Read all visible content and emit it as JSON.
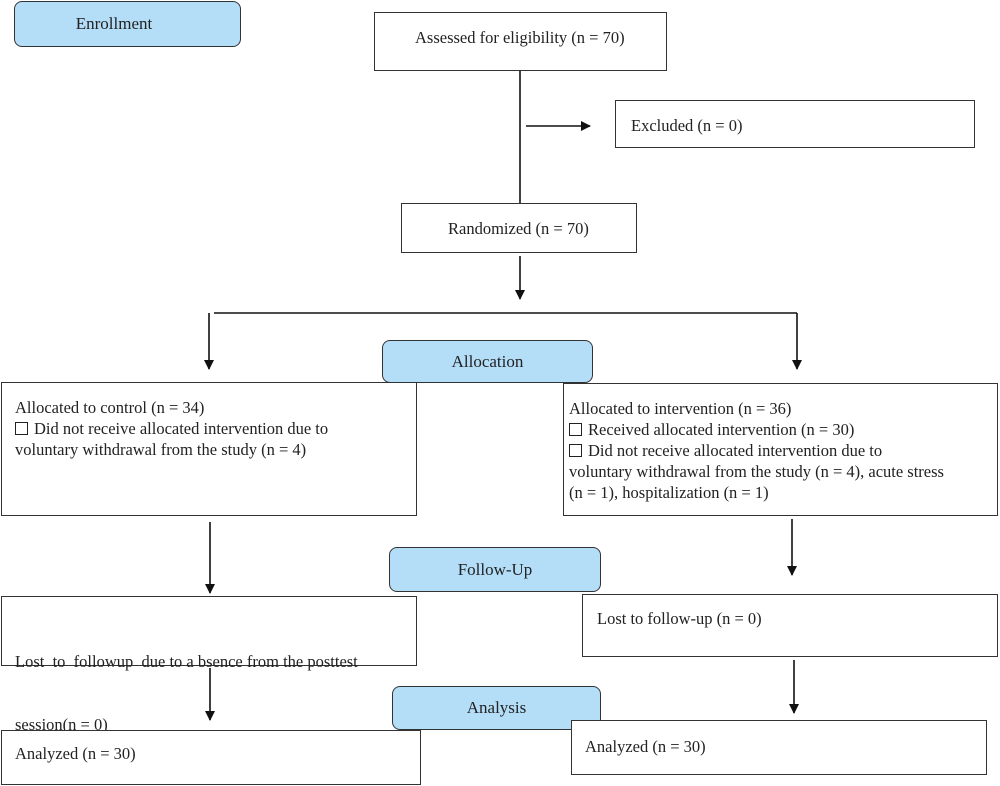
{
  "stages": {
    "enrollment": "Enrollment",
    "allocation": "Allocation",
    "followup": "Follow-Up",
    "analysis": "Analysis"
  },
  "boxes": {
    "assessed": "Assessed for eligibility (n = 70)",
    "excluded": "Excluded (n = 0)",
    "randomized": "Randomized (n = 70)",
    "control": {
      "title": "Allocated to control (n = 34)",
      "item1": "Did not receive allocated intervention due to",
      "item1_cont": "voluntary withdrawal from the study (n = 4)"
    },
    "intervention": {
      "title": "Allocated to intervention (n = 36)",
      "item1": "Received allocated intervention (n = 30)",
      "item2": "Did not receive allocated intervention due to",
      "item2_cont1": "voluntary withdrawal from the study (n = 4), acute stress",
      "item2_cont2": "(n = 1), hospitalization (n = 1)"
    },
    "lost_control_1": "Lost  to  followup  due to a bsence from the posttest",
    "lost_control_2": "session(n = 0)",
    "lost_intervention": "Lost to follow-up (n = 0)",
    "analyzed_control": "Analyzed (n = 30)",
    "analyzed_intervention": "Analyzed (n = 30)"
  }
}
